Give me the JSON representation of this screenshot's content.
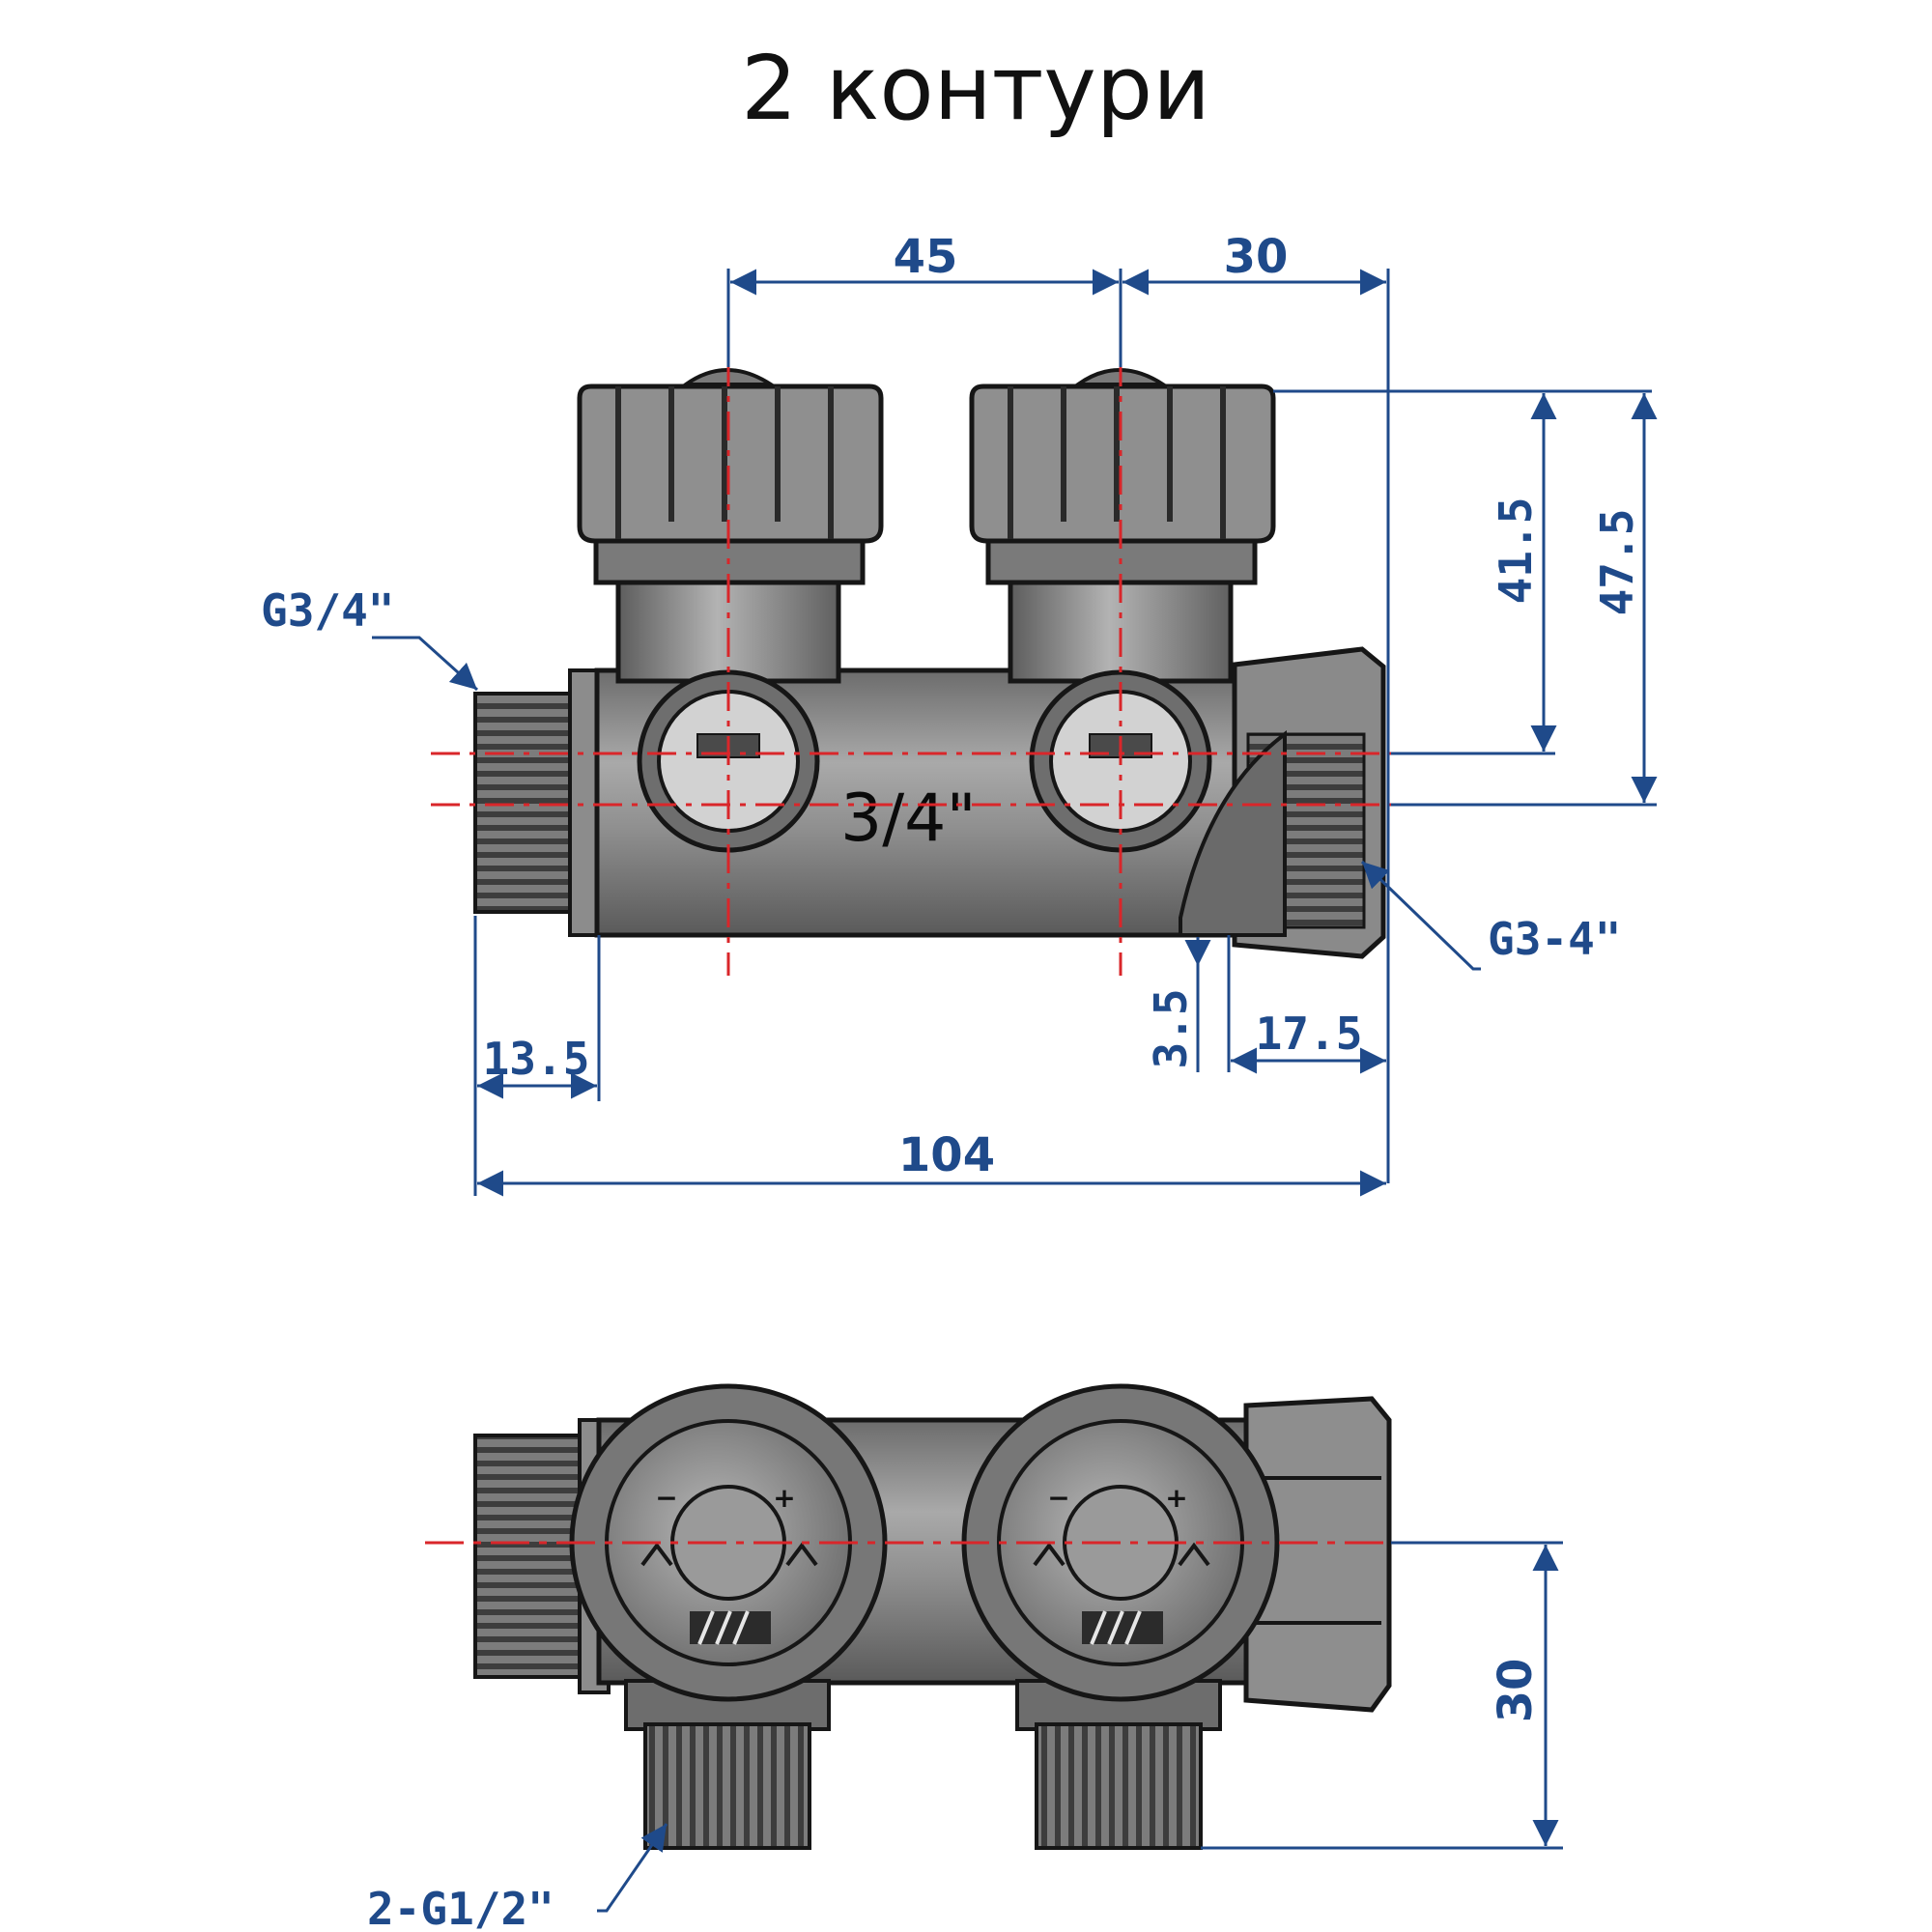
{
  "title": "2 контури",
  "colors": {
    "dimension": "#1f4a8a",
    "centerline": "#d9262a",
    "metal_dark": "#5f5f5f",
    "metal_mid": "#8a8a8a",
    "metal_light": "#b9b9b9",
    "outline": "#161616"
  },
  "top_view": {
    "body_label": "3/4\"",
    "dims": {
      "spacing": "45",
      "right_offset": "30",
      "height_inner": "41.5",
      "height_outer": "47.5",
      "male_thread_length": "13.5",
      "gap": "3.5",
      "female_thread_length": "17.5",
      "total_length": "104"
    },
    "labels": {
      "inlet_thread": "G3/4\"",
      "outlet_thread": "G3-4\""
    }
  },
  "front_view": {
    "dims": {
      "outlet_height": "30"
    },
    "labels": {
      "outlets": "2-G1/2\""
    },
    "dial_marks": {
      "minus": "−",
      "plus": "+"
    }
  },
  "icons": [
    "dimension-arrow-icon",
    "leader-arrow-icon",
    "valve-cap-icon",
    "valve-dial-icon"
  ]
}
